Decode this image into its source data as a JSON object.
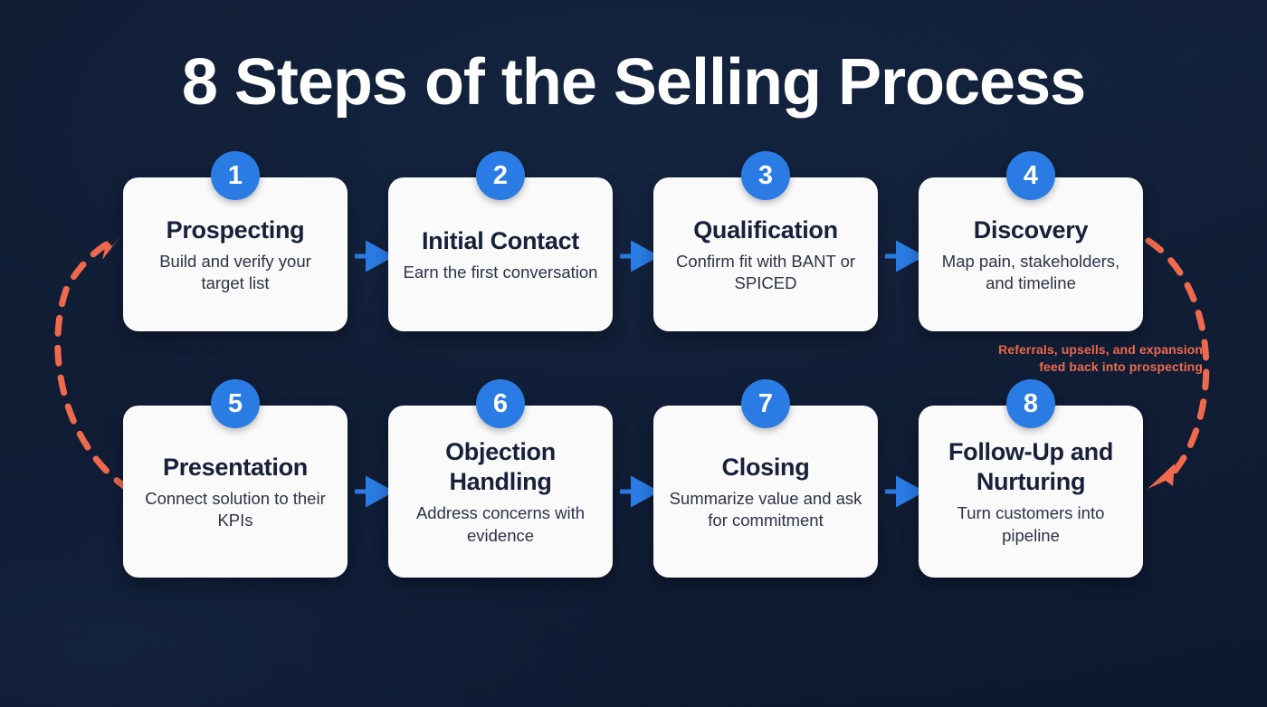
{
  "page": {
    "title": "8 Steps of the Selling Process",
    "background_color": "#101d35"
  },
  "colors": {
    "accent_blue": "#2a7ce4",
    "arrow_blue": "#2a7ce4",
    "loop_coral": "#ef6a4c",
    "card_bg": "#fafafa",
    "card_title": "#18203a",
    "card_desc": "#2d3347",
    "title_text": "#ffffff"
  },
  "steps": [
    {
      "number": "1",
      "title": "Prospecting",
      "desc": "Build and verify your target list"
    },
    {
      "number": "2",
      "title": "Initial Contact",
      "desc": "Earn the first conversation"
    },
    {
      "number": "3",
      "title": "Qualification",
      "desc": "Confirm fit with BANT or SPICED"
    },
    {
      "number": "4",
      "title": "Discovery",
      "desc": "Map pain, stakeholders, and timeline"
    },
    {
      "number": "5",
      "title": "Presentation",
      "desc": "Connect solution to their KPIs"
    },
    {
      "number": "6",
      "title": "Objection Handling",
      "desc": "Address concerns with evidence"
    },
    {
      "number": "7",
      "title": "Closing",
      "desc": "Summarize value and ask for commitment"
    },
    {
      "number": "8",
      "title": "Follow-Up and Nurturing",
      "desc": "Turn customers into pipeline"
    }
  ],
  "loop_annotation": {
    "line1": "Referrals, upsells, and expansion",
    "line2": "feed back into prospecting"
  },
  "connectors": {
    "row_arrows": [
      "1-to-2",
      "2-to-3",
      "3-to-4",
      "5-to-6",
      "6-to-7",
      "7-to-8"
    ],
    "feedback_right": "step-4-to-step-8",
    "feedback_left": "step-8-loop-to-step-1"
  }
}
